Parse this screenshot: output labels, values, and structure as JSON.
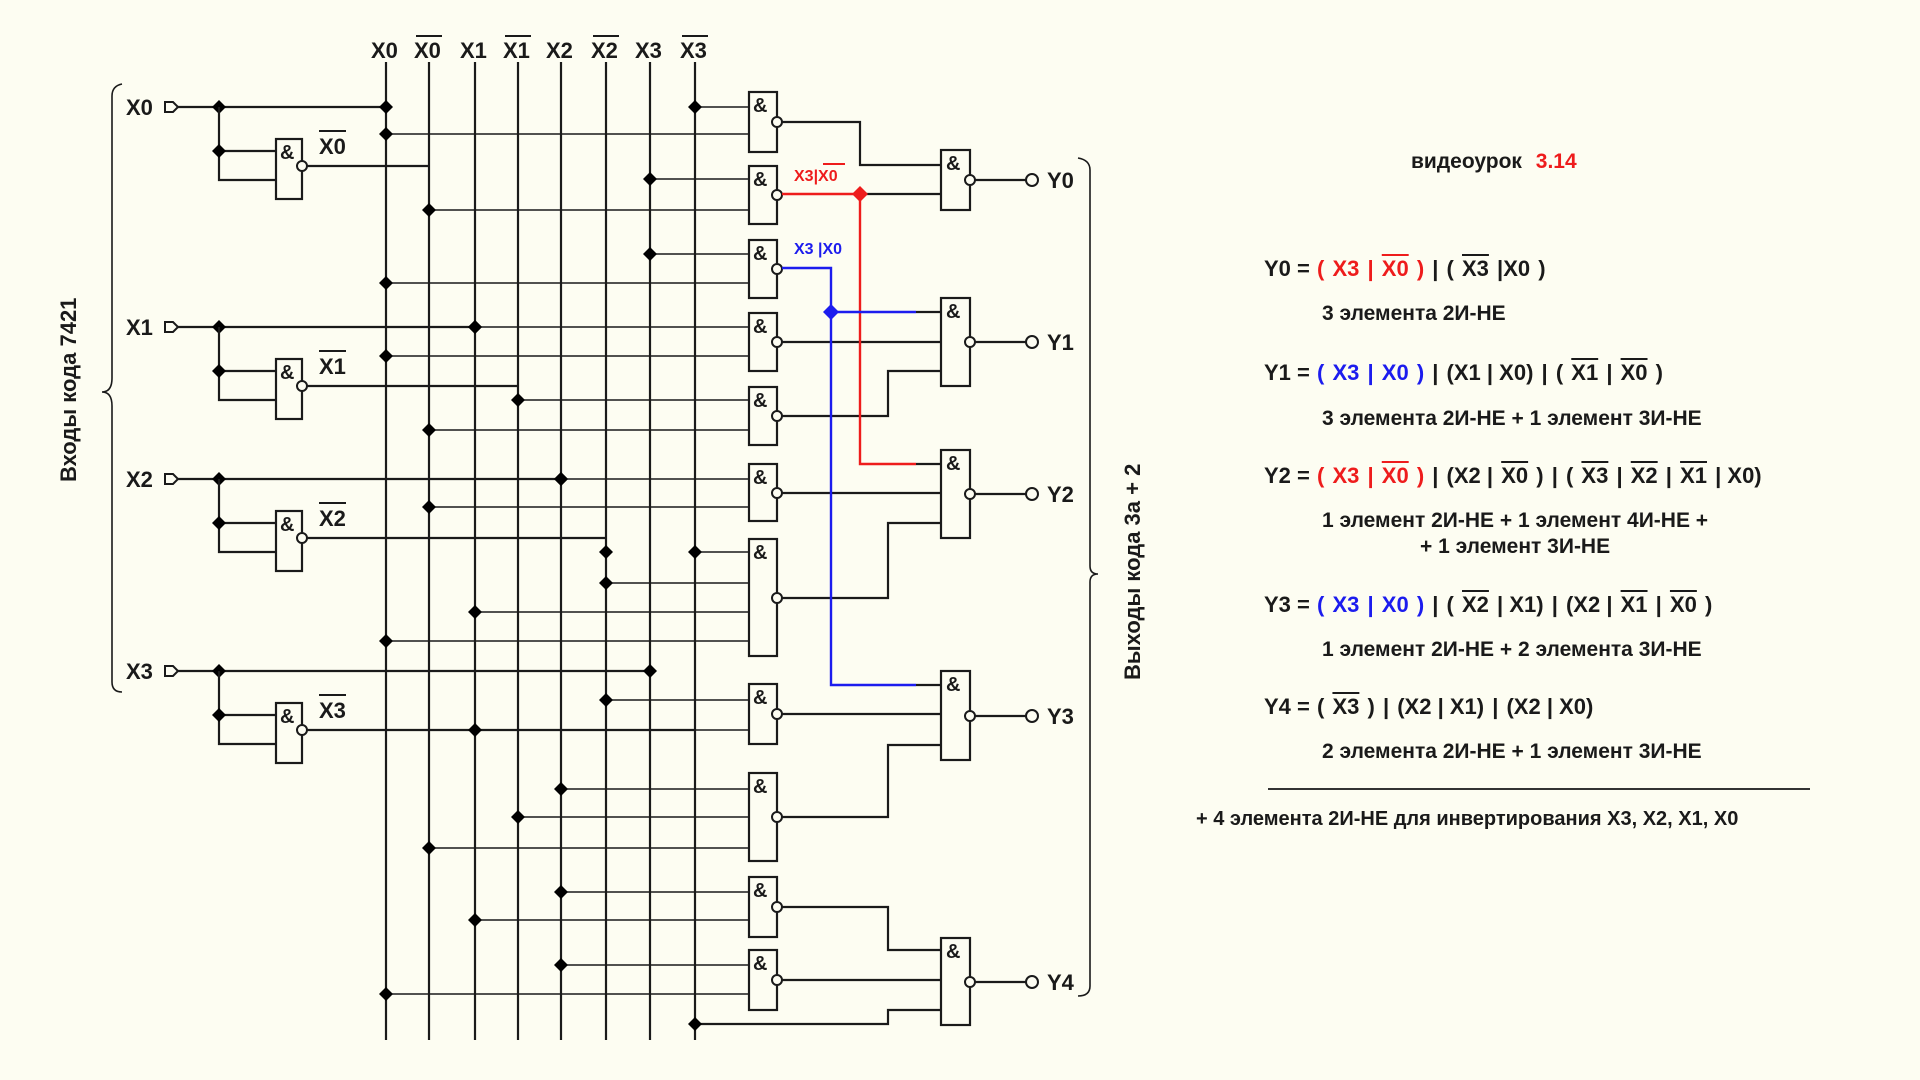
{
  "colors": {
    "background": "#fdfdf2",
    "wire": "#1a1a1a",
    "highlight_red": "#ee1c1c",
    "highlight_blue": "#1c1cee"
  },
  "header": {
    "lesson_label": "видеоурок",
    "lesson_number": "3.14"
  },
  "circuit": {
    "input_group_label": "Входы кода 7421",
    "output_group_label": "Выходы кода 3а + 2",
    "gate_symbol": "&",
    "bus_labels": [
      {
        "name": "X0",
        "inverted": false
      },
      {
        "name": "X0",
        "inverted": true
      },
      {
        "name": "X1",
        "inverted": false
      },
      {
        "name": "X1",
        "inverted": true
      },
      {
        "name": "X2",
        "inverted": false
      },
      {
        "name": "X2",
        "inverted": true
      },
      {
        "name": "X3",
        "inverted": false
      },
      {
        "name": "X3",
        "inverted": true
      }
    ],
    "inputs": [
      {
        "name": "X0",
        "inverted_label": "X0"
      },
      {
        "name": "X1",
        "inverted_label": "X1"
      },
      {
        "name": "X2",
        "inverted_label": "X2"
      },
      {
        "name": "X3",
        "inverted_label": "X3"
      }
    ],
    "outputs": [
      "Y0",
      "Y1",
      "Y2",
      "Y3",
      "Y4"
    ],
    "highlight_labels": {
      "red": {
        "left": "X3",
        "right": "X0",
        "right_inverted": true
      },
      "blue": {
        "left": "X3",
        "right": "X0",
        "right_inverted": false
      }
    }
  },
  "equations": [
    {
      "lhs": "Y0 =",
      "terms": [
        {
          "text": "(",
          "color": "red"
        },
        {
          "text": "X3",
          "color": "red"
        },
        {
          "text": "|",
          "color": "red"
        },
        {
          "text": "X0",
          "color": "red",
          "inverted": true
        },
        {
          "text": ")",
          "color": "red"
        },
        {
          "text": "|",
          "color": "black"
        },
        {
          "text": "(",
          "color": "black"
        },
        {
          "text": "X3",
          "color": "black",
          "inverted": true
        },
        {
          "text": "|X0",
          "color": "black"
        },
        {
          "text": ")",
          "color": "black"
        }
      ],
      "note": "3 элемента 2И-НЕ"
    },
    {
      "lhs": "Y1 =",
      "terms": [
        {
          "text": "(",
          "color": "blue"
        },
        {
          "text": "X3",
          "color": "blue"
        },
        {
          "text": "|",
          "color": "blue"
        },
        {
          "text": "X0",
          "color": "blue"
        },
        {
          "text": ")",
          "color": "blue"
        },
        {
          "text": "|",
          "color": "black"
        },
        {
          "text": "(X1 | X0)",
          "color": "black"
        },
        {
          "text": "|",
          "color": "black"
        },
        {
          "text": "(",
          "color": "black"
        },
        {
          "text": "X1",
          "color": "black",
          "inverted": true
        },
        {
          "text": "|",
          "color": "black"
        },
        {
          "text": "X0",
          "color": "black",
          "inverted": true
        },
        {
          "text": ")",
          "color": "black"
        }
      ],
      "note": "3 элемента 2И-НЕ + 1 элемент 3И-НЕ"
    },
    {
      "lhs": "Y2 =",
      "terms": [
        {
          "text": "(",
          "color": "red"
        },
        {
          "text": "X3",
          "color": "red"
        },
        {
          "text": "|",
          "color": "red"
        },
        {
          "text": "X0",
          "color": "red",
          "inverted": true
        },
        {
          "text": ")",
          "color": "red"
        },
        {
          "text": "|",
          "color": "black"
        },
        {
          "text": "(X2 |",
          "color": "black"
        },
        {
          "text": "X0",
          "color": "black",
          "inverted": true
        },
        {
          "text": ")",
          "color": "black"
        },
        {
          "text": "|",
          "color": "black"
        },
        {
          "text": "(",
          "color": "black"
        },
        {
          "text": "X3",
          "color": "black",
          "inverted": true
        },
        {
          "text": "|",
          "color": "black"
        },
        {
          "text": "X2",
          "color": "black",
          "inverted": true
        },
        {
          "text": "|",
          "color": "black"
        },
        {
          "text": "X1",
          "color": "black",
          "inverted": true
        },
        {
          "text": "| X0)",
          "color": "black"
        }
      ],
      "note": "1 элемент 2И-НЕ + 1 элемент 4И-НЕ +",
      "note2": "+ 1 элемент 3И-НЕ"
    },
    {
      "lhs": "Y3 =",
      "terms": [
        {
          "text": "(",
          "color": "blue"
        },
        {
          "text": "X3",
          "color": "blue"
        },
        {
          "text": "|",
          "color": "blue"
        },
        {
          "text": "X0",
          "color": "blue"
        },
        {
          "text": ")",
          "color": "blue"
        },
        {
          "text": "|",
          "color": "black"
        },
        {
          "text": "(",
          "color": "black"
        },
        {
          "text": "X2",
          "color": "black",
          "inverted": true
        },
        {
          "text": "| X1)",
          "color": "black"
        },
        {
          "text": "|",
          "color": "black"
        },
        {
          "text": "(X2 |",
          "color": "black"
        },
        {
          "text": "X1",
          "color": "black",
          "inverted": true
        },
        {
          "text": "|",
          "color": "black"
        },
        {
          "text": "X0",
          "color": "black",
          "inverted": true
        },
        {
          "text": ")",
          "color": "black"
        }
      ],
      "note": "1 элемент 2И-НЕ + 2 элемента 3И-НЕ"
    },
    {
      "lhs": "Y4 =",
      "terms": [
        {
          "text": "(",
          "color": "black"
        },
        {
          "text": "X3",
          "color": "black",
          "inverted": true
        },
        {
          "text": ")",
          "color": "black"
        },
        {
          "text": "|",
          "color": "black"
        },
        {
          "text": "(X2 | X1)",
          "color": "black"
        },
        {
          "text": "|",
          "color": "black"
        },
        {
          "text": "(X2 | X0)",
          "color": "black"
        }
      ],
      "note": "2 элемента 2И-НЕ + 1 элемент 3И-НЕ"
    }
  ],
  "summary": "+ 4 элемента 2И-НЕ для инвертирования X3, X2, X1, X0"
}
